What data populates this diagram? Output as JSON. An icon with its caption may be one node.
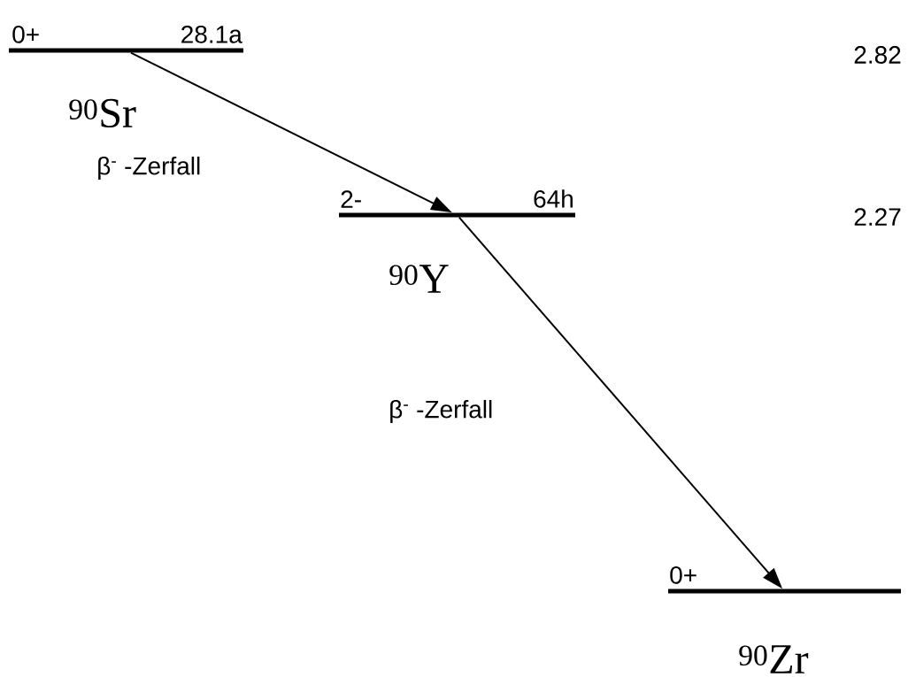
{
  "diagram": {
    "nodes": [
      {
        "text": [
          "0+",
          "28.1a",
          "$^{90}$Sr"
        ]
      },
      {
        "text": [
          "2-",
          "64h",
          "$^{90}$Y"
        ]
      },
      {
        "text": [
          "0+",
          "$^{90}$Zr"
        ]
      }
    ],
    "edges": [
      {
        "from": 0,
        "to": 1,
        "arrow": "to",
        "label": "β$^{-}$ -Zerfall"
      },
      {
        "from": 1,
        "to": 2,
        "arrow": "to",
        "label": "β$^{-}$ -Zerfall"
      }
    ],
    "labels": [
      "2.82",
      "2.27"
    ]
  }
}
